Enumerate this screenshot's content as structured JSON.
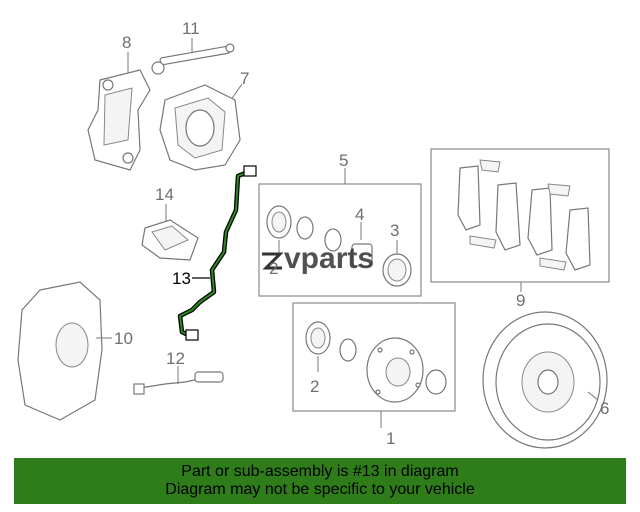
{
  "callouts": {
    "c1": "1",
    "c2a": "2",
    "c2b": "2",
    "c3": "3",
    "c4": "4",
    "c5": "5",
    "c6": "6",
    "c7": "7",
    "c8": "8",
    "c9": "9",
    "c10": "10",
    "c11": "11",
    "c12": "12",
    "c13": "13",
    "c14": "14"
  },
  "watermark": "vparts",
  "banner": {
    "line1": "Part or sub-assembly is #13 in diagram",
    "line2": "Diagram may not be specific to your vehicle"
  },
  "colors": {
    "banner_bg": "#2f7d1a",
    "highlight": "#000000",
    "line": "#777777"
  }
}
